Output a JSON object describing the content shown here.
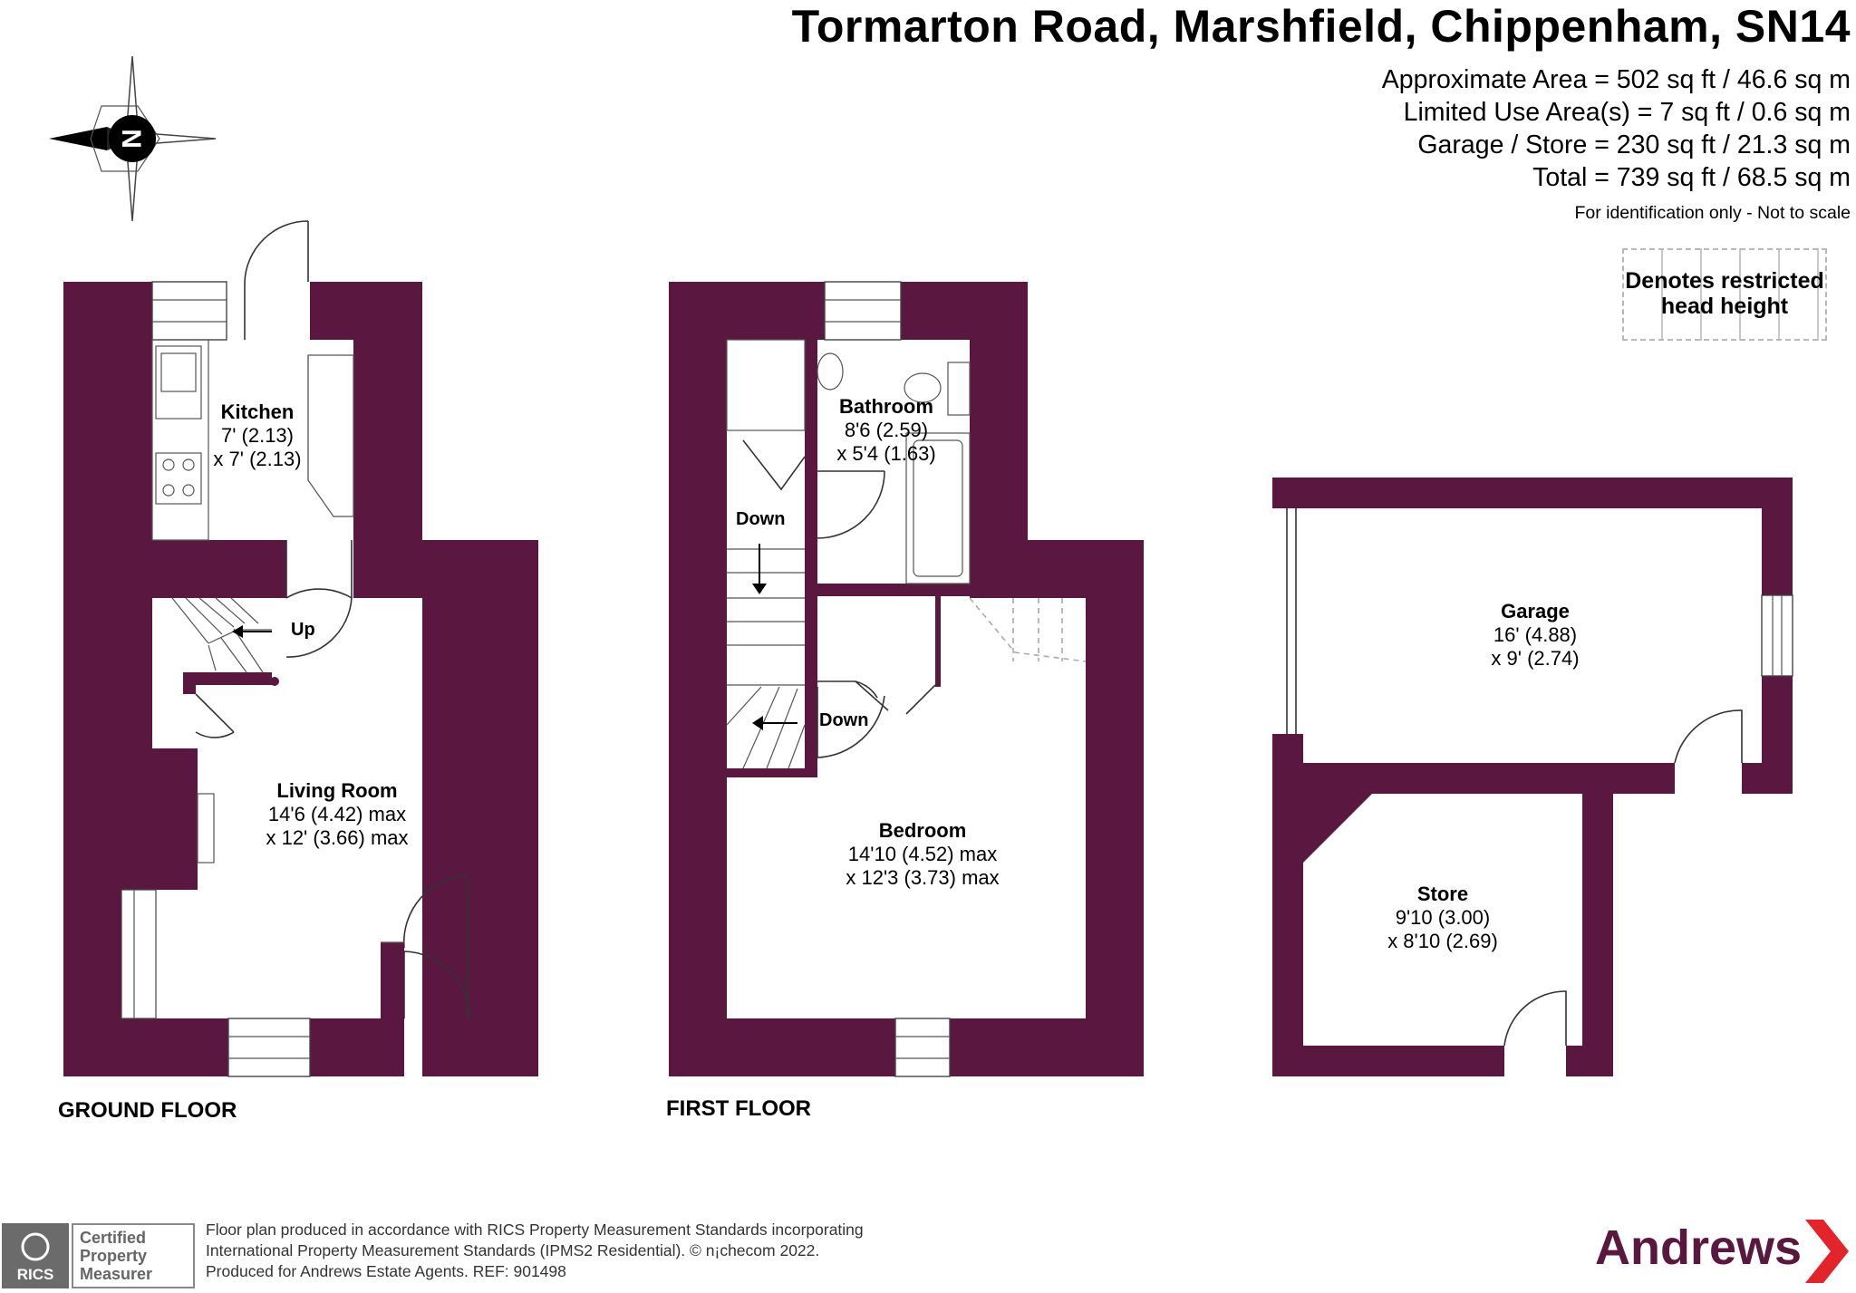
{
  "header": {
    "title": "Tormarton Road, Marshfield, Chippenham, SN14",
    "areas": [
      "Approximate Area = 502 sq ft / 46.6 sq m",
      "Limited Use Area(s) = 7 sq ft / 0.6 sq m",
      "Garage / Store = 230 sq ft / 21.3 sq m",
      "Total = 739 sq ft / 68.5 sq m"
    ],
    "note": "For identification only - Not to scale"
  },
  "legend": {
    "line1": "Denotes restricted",
    "line2": "head height"
  },
  "compass": {
    "label": "N",
    "icon": "compass-icon"
  },
  "colors": {
    "wall": "#5a1840",
    "brand": "#5a1840"
  },
  "floors": {
    "ground": {
      "label": "GROUND FLOOR",
      "rooms": [
        {
          "name": "Kitchen",
          "dim1": "7' (2.13)",
          "dim2": "x 7' (2.13)"
        },
        {
          "name": "Living Room",
          "dim1": "14'6 (4.42) max",
          "dim2": "x 12' (3.66) max"
        }
      ],
      "stairs_label": "Up"
    },
    "first": {
      "label": "FIRST FLOOR",
      "rooms": [
        {
          "name": "Bathroom",
          "dim1": "8'6 (2.59)",
          "dim2": "x 5'4 (1.63)"
        },
        {
          "name": "Bedroom",
          "dim1": "14'10 (4.52) max",
          "dim2": "x 12'3 (3.73) max"
        }
      ],
      "stairs_label_upper": "Down",
      "stairs_label_lower": "Down"
    },
    "outbuilding": {
      "rooms": [
        {
          "name": "Garage",
          "dim1": "16' (4.88)",
          "dim2": "x 9' (2.74)"
        },
        {
          "name": "Store",
          "dim1": "9'10 (3.00)",
          "dim2": "x 8'10 (2.69)"
        }
      ]
    }
  },
  "footer": {
    "badge_line1": "Certified",
    "badge_line2": "Property",
    "badge_line3": "Measurer",
    "badge_logo": "RICS",
    "text_line1": "Floor plan produced in accordance with RICS Property Measurement Standards incorporating",
    "text_line2": "International Property Measurement Standards (IPMS2 Residential).  © n¡checom 2022.",
    "text_line3": "Produced for Andrews Estate Agents.   REF:   901498",
    "brand": "Andrews"
  }
}
